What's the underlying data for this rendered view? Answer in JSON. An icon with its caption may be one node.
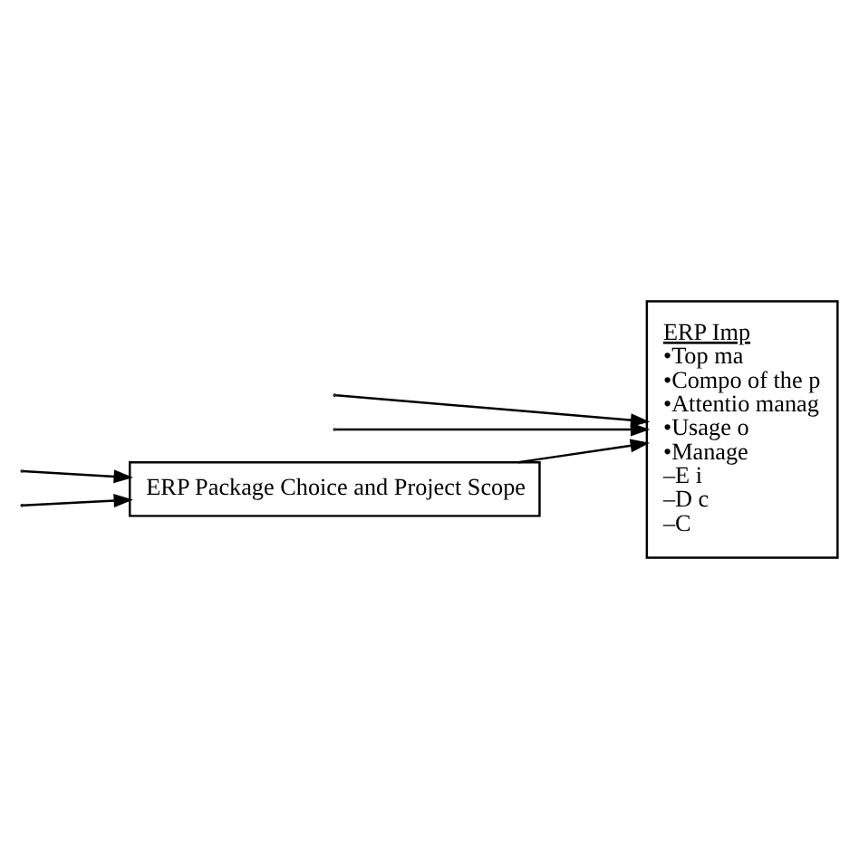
{
  "diagram": {
    "nodes": [
      {
        "text": [
          "ERP Package Choice and Project Scope"
        ]
      },
      {
        "text": [
          "ERP Imp",
          "•Top ma",
          "•Compo of the p",
          "•Attentio manag",
          "•Usage o",
          "•Manage",
          "–E i",
          "–D c",
          "–C"
        ]
      }
    ],
    "edges": [
      {
        "from": null,
        "to": 1,
        "arrow": "to"
      },
      {
        "from": null,
        "to": 0,
        "arrow": "to"
      },
      {
        "from": 0,
        "to": 1,
        "arrow": "to"
      },
      {
        "from": null,
        "to": 0,
        "arrow": "to"
      },
      {
        "from": null,
        "to": 1,
        "arrow": "to"
      }
    ]
  }
}
